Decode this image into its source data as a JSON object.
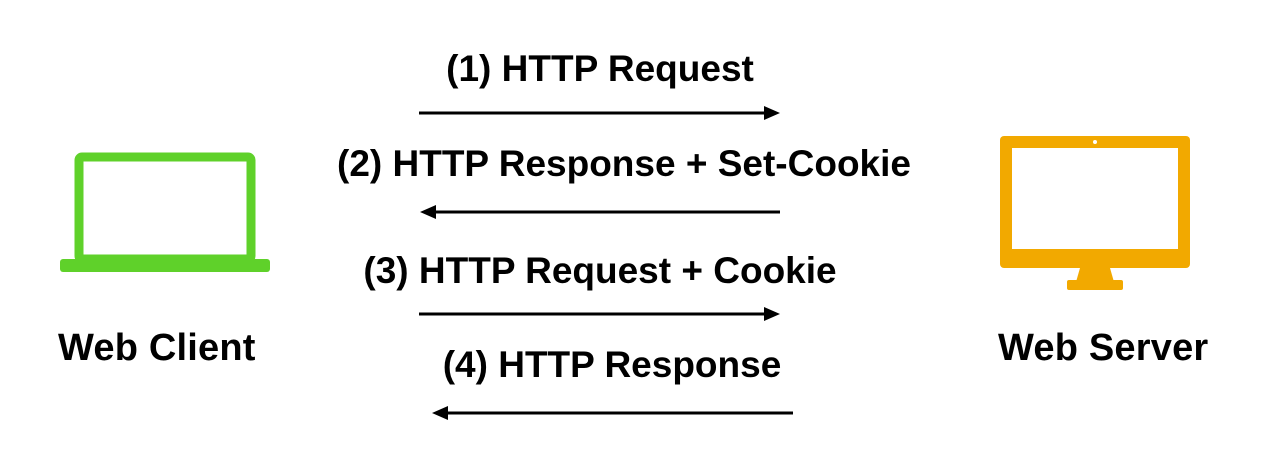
{
  "client": {
    "label": "Web Client",
    "icon": "laptop-icon",
    "color": "#5fd12a"
  },
  "server": {
    "label": "Web Server",
    "icon": "monitor-icon",
    "color": "#f2a900"
  },
  "messages": [
    {
      "label": "(1) HTTP Request",
      "direction": "client-to-server"
    },
    {
      "label": "(2) HTTP Response + Set-Cookie",
      "direction": "server-to-client"
    },
    {
      "label": "(3) HTTP Request + Cookie",
      "direction": "client-to-server"
    },
    {
      "label": "(4) HTTP Response",
      "direction": "server-to-client"
    }
  ],
  "arrow_color": "#000000"
}
